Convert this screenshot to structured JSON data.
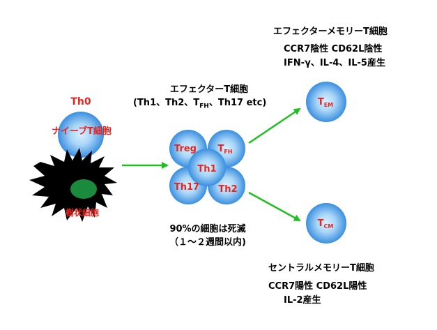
{
  "colors": {
    "accent_red": "#e8231f",
    "arrow_green": "#1fbf1f",
    "cell_light": "#bfe3fb",
    "cell_dark": "#3a8fe0",
    "dendritic_body": "#000000",
    "nucleus": "#1a8a3c"
  },
  "th0": {
    "label": "Th0",
    "caption": "ナイーブT細胞"
  },
  "dendritic": {
    "label": "樹状細胞"
  },
  "effector": {
    "title": "エフェクターT細胞",
    "subtitle_pre": "(Th1、Th2、T",
    "subtitle_sub": "FH",
    "subtitle_post": "、Th17 etc)",
    "note_line1": "90%の細胞は死滅",
    "note_line2": "（１～２週間以内)"
  },
  "cluster": {
    "treg": "Treg",
    "tfh_main": "T",
    "tfh_sub": "FH",
    "th1": "Th1",
    "th17": "Th17",
    "th2": "Th2"
  },
  "tem": {
    "cell_main": "T",
    "cell_sub": "EM",
    "title": "エフェクターメモリーT細胞",
    "line1": "CCR7陰性 CD62L陰性",
    "line2": "IFN-γ、IL-4、IL-5産生"
  },
  "tcm": {
    "cell_main": "T",
    "cell_sub": "CM",
    "title": "セントラルメモリーT細胞",
    "line1": "CCR7陽性 CD62L陽性",
    "line2": "IL-2産生"
  }
}
